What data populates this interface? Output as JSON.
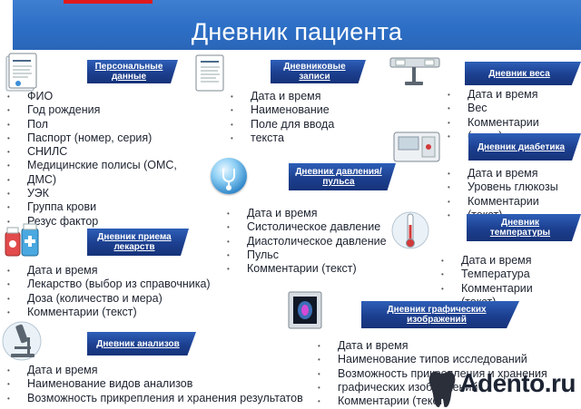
{
  "title": "Дневник пациента",
  "sections": {
    "personal": {
      "label": "Персональные данные",
      "items": [
        "ФИО",
        "Год рождения",
        "Пол",
        "Паспорт (номер, серия)",
        "СНИЛС",
        "Медицинские полисы (ОМС,",
        "ДМС)",
        "УЭК",
        "Группа крови",
        "Резус фактор"
      ]
    },
    "diary": {
      "label": "Дневниковые записи",
      "items": [
        "Дата и время",
        "Наименование",
        "Поле для ввода",
        "текста"
      ]
    },
    "weight": {
      "label": "Дневник веса",
      "items": [
        "Дата и время",
        "Вес",
        "Комментарии",
        "(текст)"
      ]
    },
    "diabetic": {
      "label": "Дневник диабетика",
      "items": [
        "Дата и время",
        "Уровень глюкозы",
        "Комментарии",
        "(текст)"
      ]
    },
    "pressure": {
      "label": "Дневник давления/пульса",
      "items": [
        "Дата и время",
        "Систолическое давление",
        "Диастолическое давление",
        "Пульс",
        "Комментарии (текст)"
      ]
    },
    "temperature": {
      "label": "Дневник температуры",
      "items": [
        "Дата и время",
        "Температура",
        "Комментарии",
        "(текст)"
      ]
    },
    "medication": {
      "label": "Дневник приема лекарств",
      "items": [
        "Дата и время",
        "Лекарство (выбор из справочника)",
        "Доза (количество и мера)",
        "Комментарии (текст)"
      ]
    },
    "images": {
      "label": "Дневник графических изображений",
      "items": [
        "Дата и время",
        "Наименование типов исследований",
        "Возможность прикрепления и хранения",
        "графических изображений",
        "Комментарии (текст)"
      ]
    },
    "analyses": {
      "label": "Дневник анализов",
      "items": [
        "Дата и время",
        "Наименование видов анализов",
        "Возможность прикрепления и хранения результатов"
      ]
    }
  },
  "watermark": "Adento.ru"
}
